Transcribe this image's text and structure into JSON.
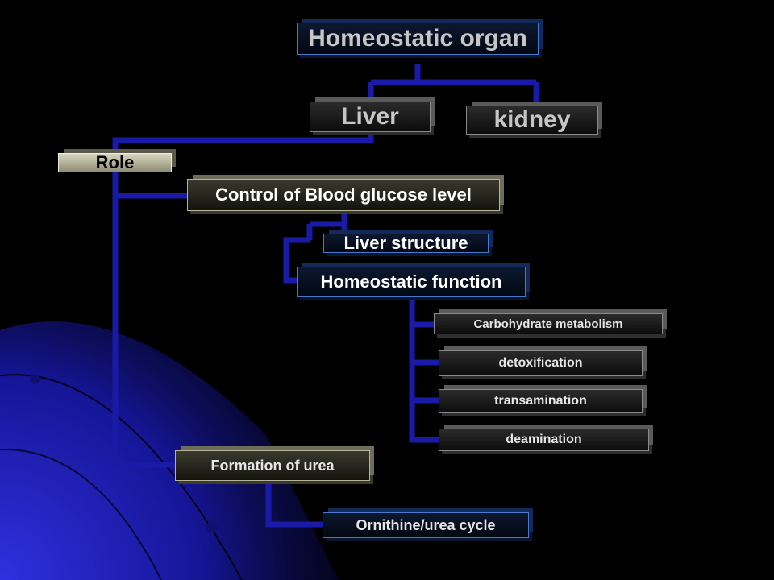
{
  "colors": {
    "background": "#000000",
    "connector": "#1a1aa8",
    "accent_gradient": "#2b2bd4"
  },
  "diagram": {
    "root": "Homeostatic organ",
    "organs": {
      "liver": "Liver",
      "kidney": "kidney"
    },
    "role": "Role",
    "glucose_control": "Control of Blood glucose level",
    "liver_structure": "Liver structure",
    "homeostatic_function": "Homeostatic function",
    "functions": [
      "Carbohydrate metabolism",
      "detoxification",
      "transamination",
      "deamination"
    ],
    "urea_formation": "Formation of urea",
    "urea_cycle": "Ornithine/urea cycle"
  }
}
